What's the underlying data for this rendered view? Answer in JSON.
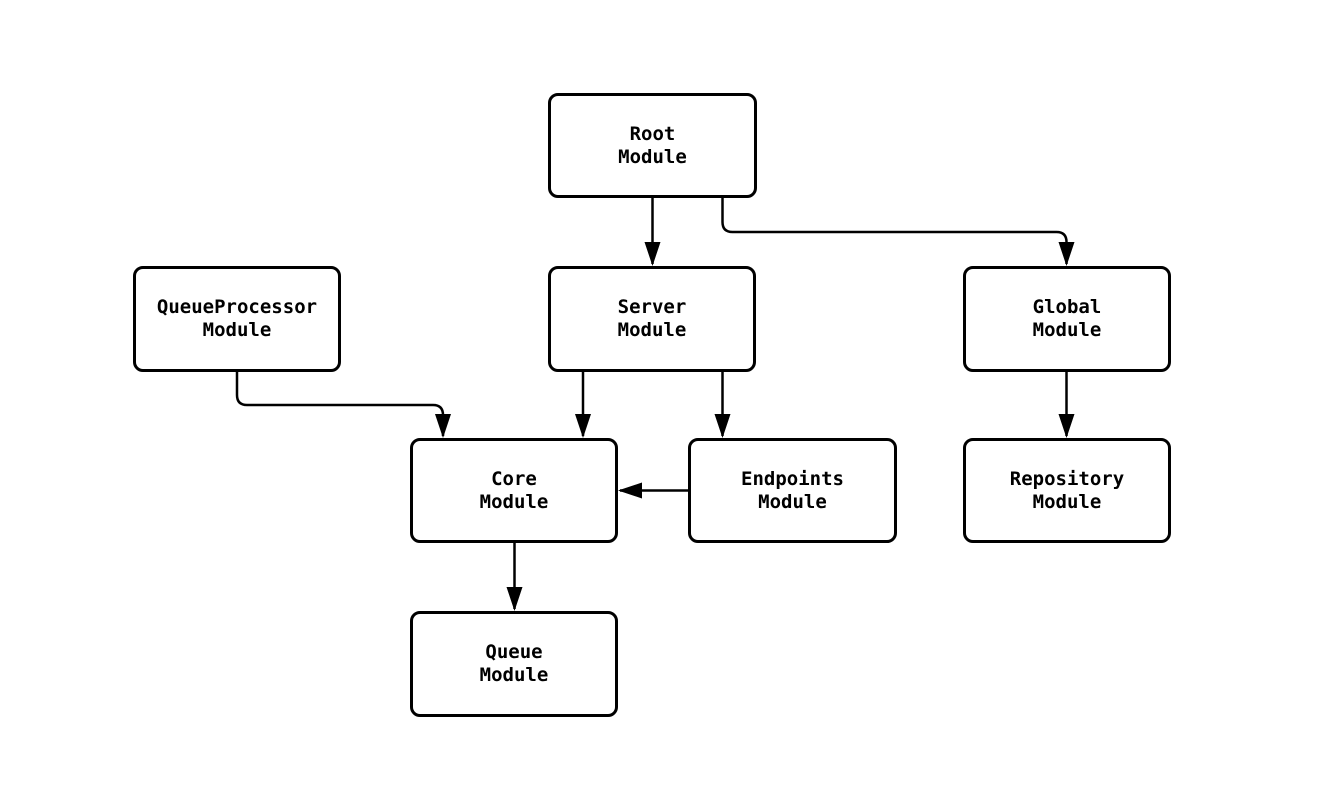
{
  "diagram": {
    "type": "flowchart",
    "background_color": "#ffffff",
    "node_fill_color": "#ffffff",
    "node_border_color": "#000000",
    "text_color": "#000000",
    "edge_color": "#000000",
    "nodes": [
      {
        "id": "root",
        "label": "Root\nModule"
      },
      {
        "id": "queueprocessor",
        "label": "QueueProcessor\nModule"
      },
      {
        "id": "server",
        "label": "Server\nModule"
      },
      {
        "id": "global",
        "label": "Global\nModule"
      },
      {
        "id": "core",
        "label": "Core\nModule"
      },
      {
        "id": "endpoints",
        "label": "Endpoints\nModule"
      },
      {
        "id": "repository",
        "label": "Repository\nModule"
      },
      {
        "id": "queue",
        "label": "Queue\nModule"
      }
    ],
    "edges": [
      {
        "from": "root",
        "to": "server"
      },
      {
        "from": "root",
        "to": "global"
      },
      {
        "from": "queueprocessor",
        "to": "core"
      },
      {
        "from": "server",
        "to": "core"
      },
      {
        "from": "server",
        "to": "endpoints"
      },
      {
        "from": "endpoints",
        "to": "core"
      },
      {
        "from": "core",
        "to": "queue"
      },
      {
        "from": "global",
        "to": "repository"
      }
    ]
  }
}
